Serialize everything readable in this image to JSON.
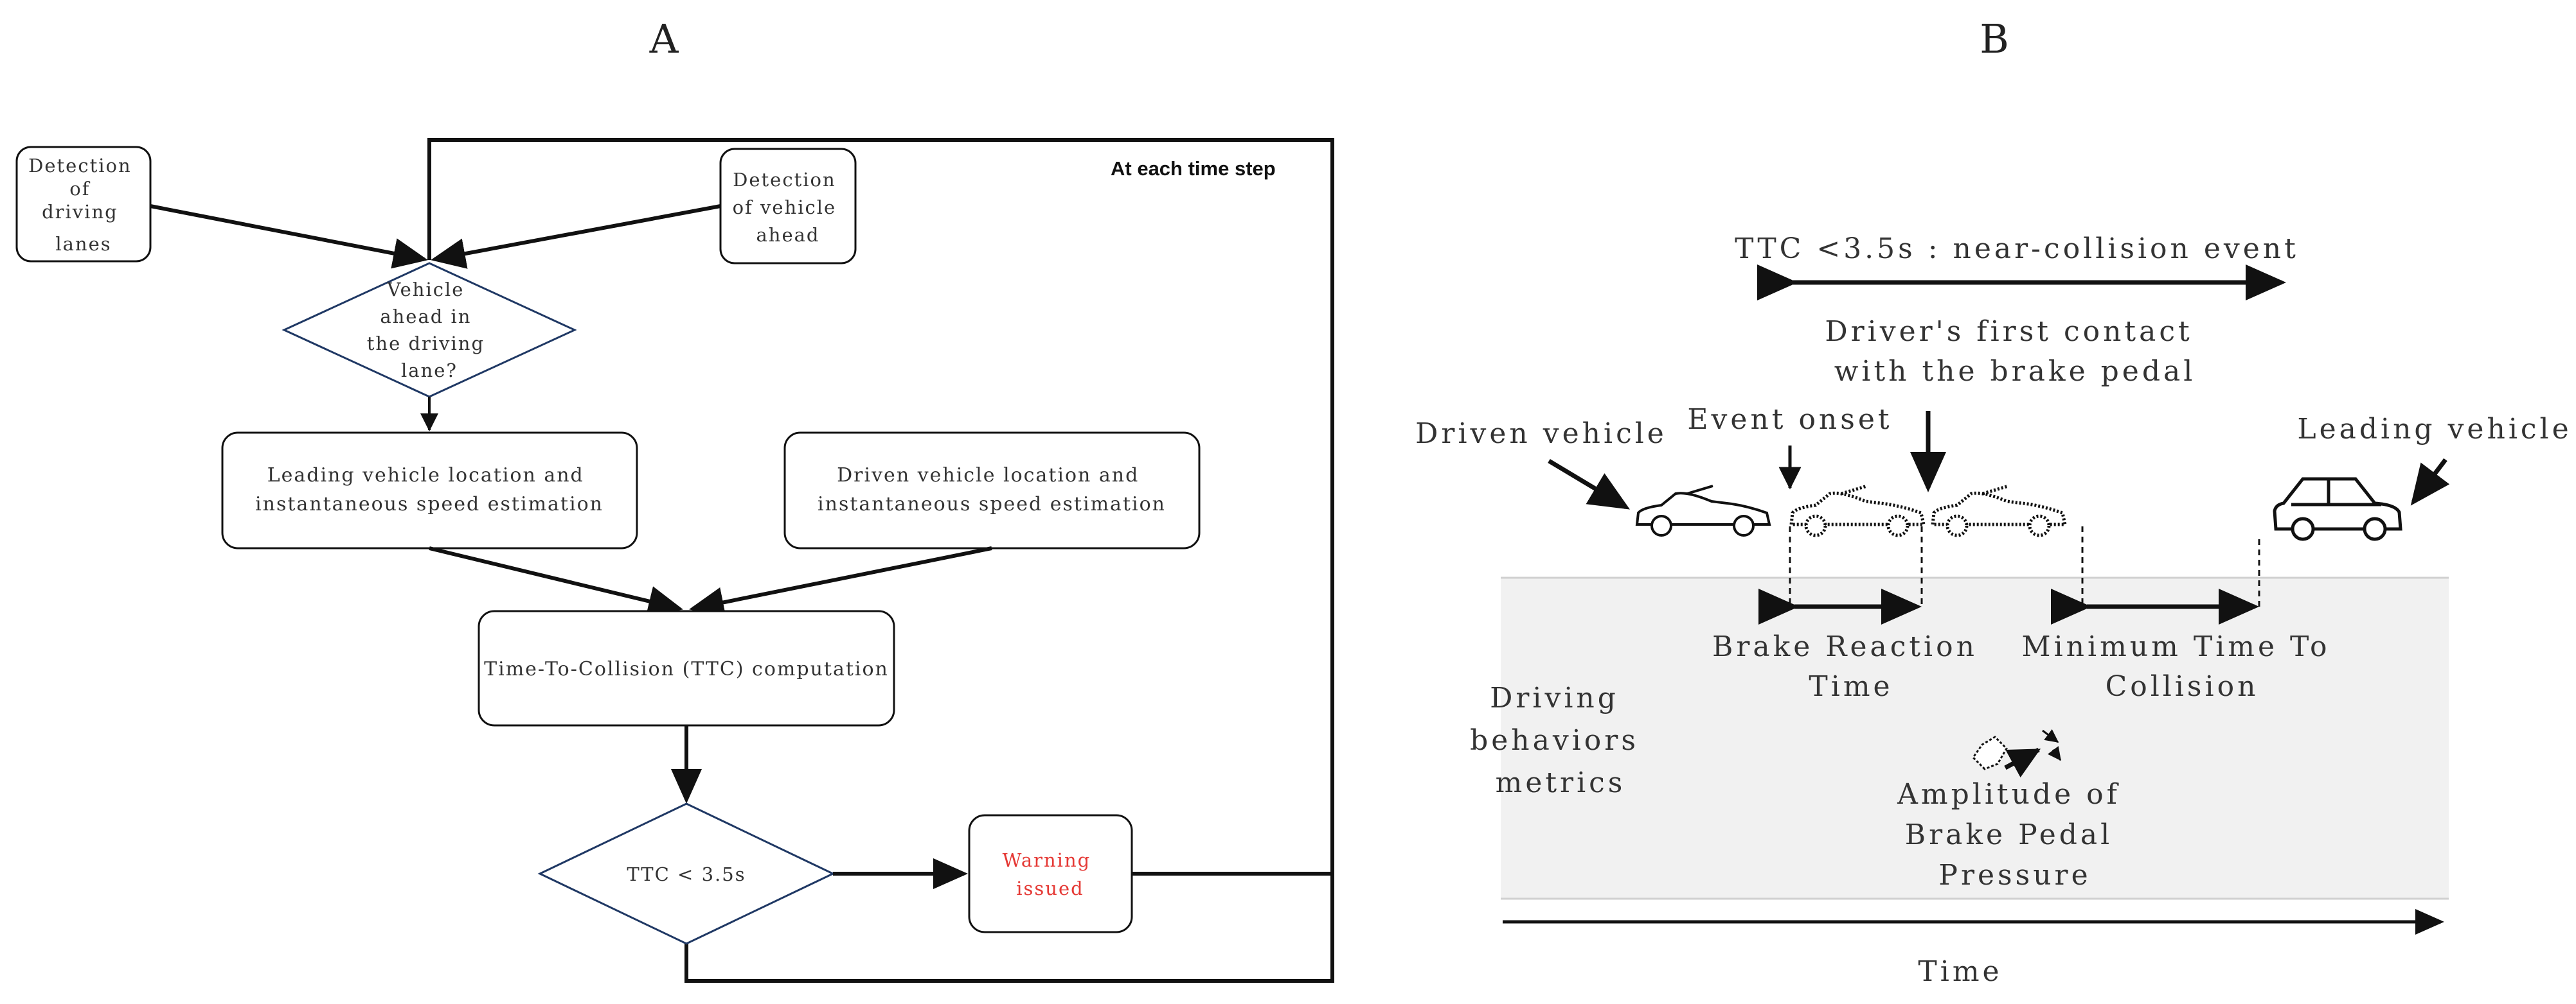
{
  "panel_a": {
    "label": "A",
    "loop_label": "At each time step",
    "detect_lanes": [
      "Detection",
      "of",
      "driving",
      "lanes"
    ],
    "detect_vehicle": [
      "Detection",
      "of vehicle",
      "ahead"
    ],
    "decision_lane": [
      "Vehicle",
      "ahead in",
      "the driving",
      "lane?"
    ],
    "leading_estimation": [
      "Leading vehicle location and",
      "instantaneous speed estimation"
    ],
    "driven_estimation": [
      "Driven vehicle location and",
      "instantaneous speed estimation"
    ],
    "ttc_computation": "Time-To-Collision (TTC) computation",
    "ttc_condition": "TTC < 3.5s",
    "warning": [
      "Warning",
      "issued"
    ],
    "warning_color": "#e53935",
    "decision_border_color": "#1f3864"
  },
  "panel_b": {
    "label": "B",
    "near_collision": "TTC <3.5s : near-collision event",
    "first_contact": [
      "Driver's first contact",
      "with the brake pedal"
    ],
    "event_onset": "Event onset",
    "driven_vehicle": "Driven vehicle",
    "leading_vehicle": "Leading vehicle",
    "brake_reaction": [
      "Brake Reaction",
      "Time"
    ],
    "min_ttc": [
      "Minimum Time To",
      "Collision"
    ],
    "driving_metrics": [
      "Driving",
      "behaviors",
      "metrics"
    ],
    "brake_amplitude": [
      "Amplitude of",
      "Brake Pedal",
      "Pressure"
    ],
    "time_axis": "Time",
    "metrics_band_color": "#f1f1f1",
    "icons": [
      "car-icon",
      "suv-icon",
      "brake-pedal-icon"
    ]
  }
}
